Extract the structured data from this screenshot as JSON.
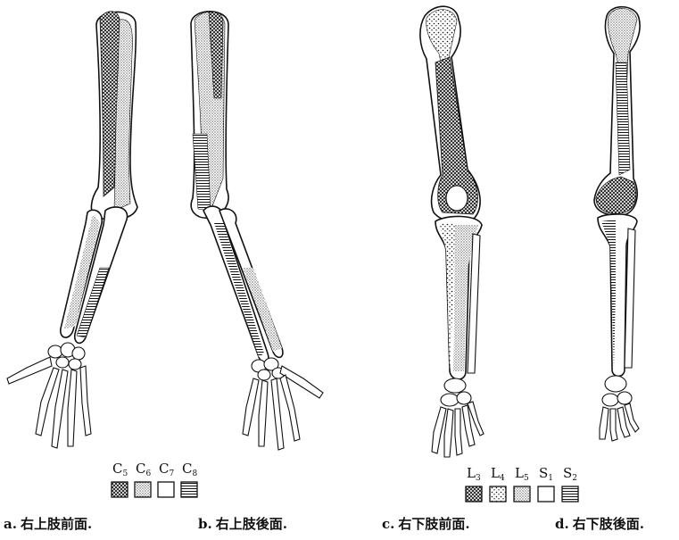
{
  "colors": {
    "ink": "#111111",
    "paper": "#ffffff"
  },
  "legend_upper": [
    {
      "label": "C",
      "sub": "5",
      "pattern": "crosshatch"
    },
    {
      "label": "C",
      "sub": "6",
      "pattern": "fine-dots"
    },
    {
      "label": "C",
      "sub": "7",
      "pattern": "blank"
    },
    {
      "label": "C",
      "sub": "8",
      "pattern": "horizontal-lines"
    }
  ],
  "legend_lower": [
    {
      "label": "L",
      "sub": "3",
      "pattern": "crosshatch"
    },
    {
      "label": "L",
      "sub": "4",
      "pattern": "coarse-dots"
    },
    {
      "label": "L",
      "sub": "5",
      "pattern": "fine-dots"
    },
    {
      "label": "S",
      "sub": "1",
      "pattern": "blank"
    },
    {
      "label": "S",
      "sub": "2",
      "pattern": "horizontal-lines"
    }
  ],
  "captions": [
    {
      "letter": "a.",
      "text": "右上肢前面."
    },
    {
      "letter": "b.",
      "text": "右上肢後面."
    },
    {
      "letter": "c.",
      "text": "右下肢前面."
    },
    {
      "letter": "d.",
      "text": "右下肢後面."
    }
  ],
  "panels": [
    {
      "id": "a",
      "limb": "upper",
      "view": "anterior"
    },
    {
      "id": "b",
      "limb": "upper",
      "view": "posterior"
    },
    {
      "id": "c",
      "limb": "lower",
      "view": "anterior"
    },
    {
      "id": "d",
      "limb": "lower",
      "view": "posterior"
    }
  ]
}
